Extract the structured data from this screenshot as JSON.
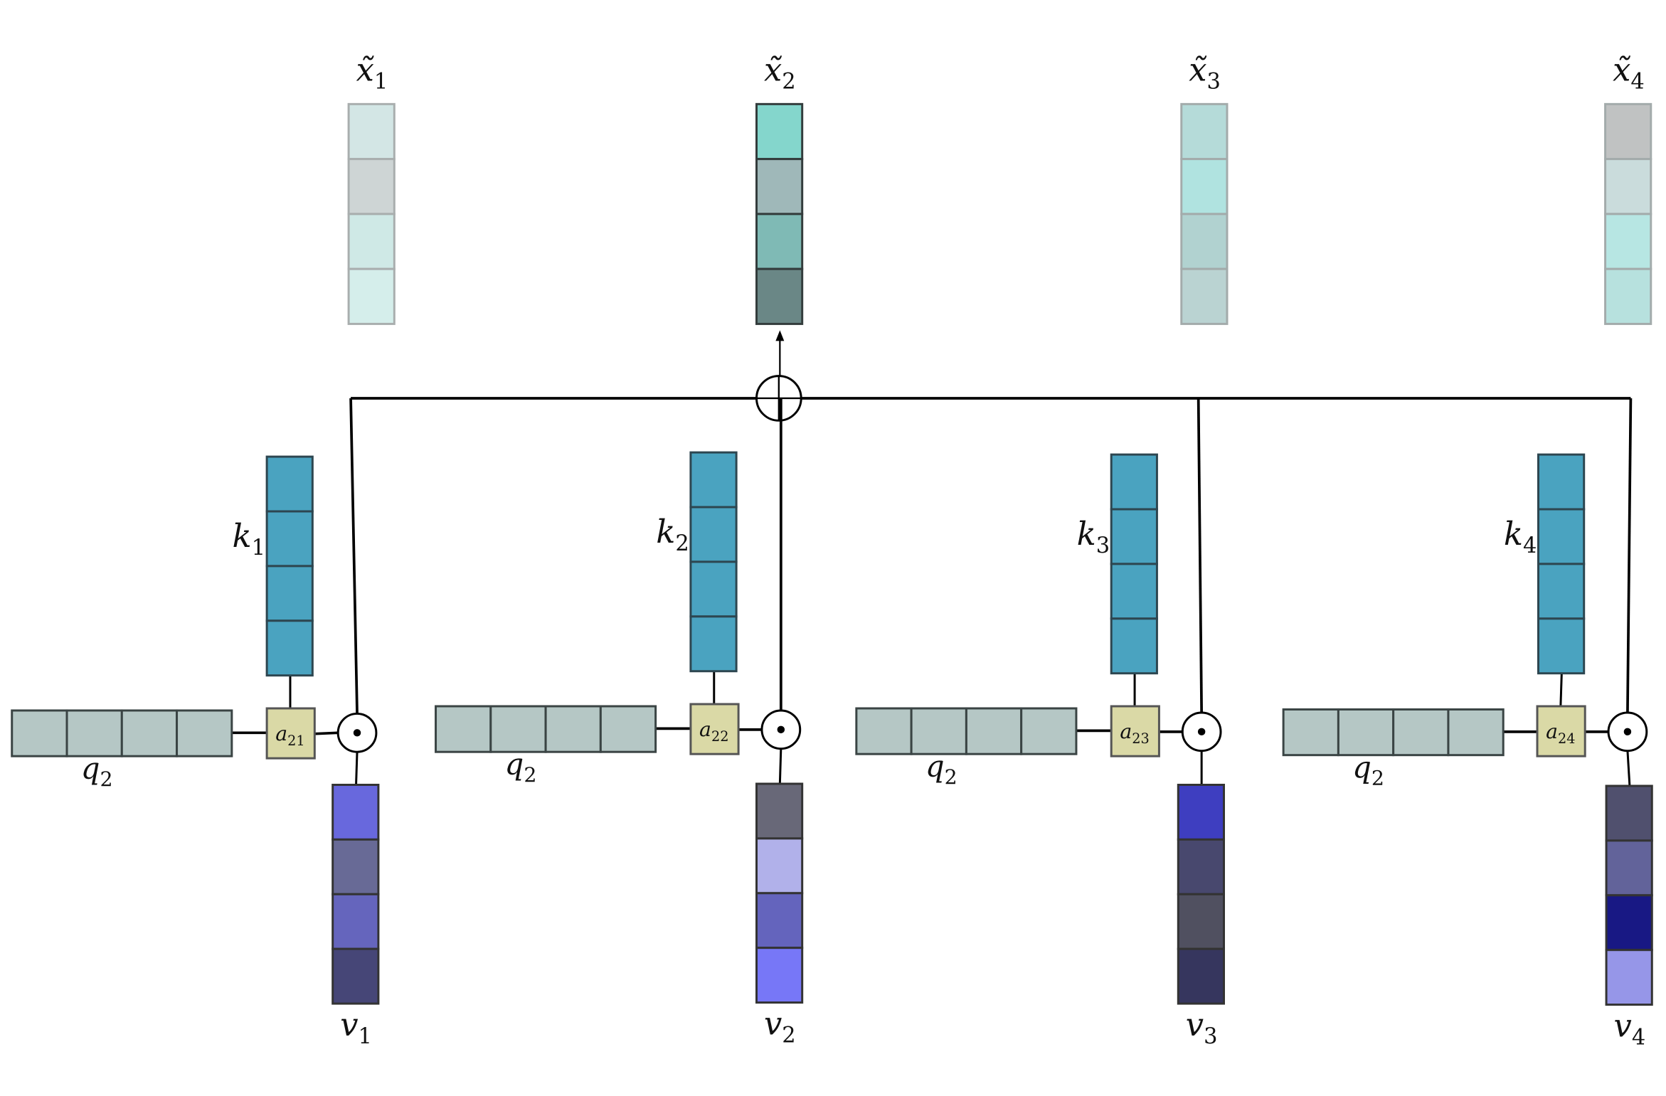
{
  "outputs": [
    {
      "label": "x̃",
      "sub": "1",
      "cells": [
        "#d3e6e5",
        "#ced5d5",
        "#cfe9e6",
        "#d5eeeb"
      ],
      "border": "#a9aeae"
    },
    {
      "label": "x̃",
      "sub": "2",
      "cells": [
        "#84d6cc",
        "#9fb8b9",
        "#7fbab5",
        "#6a8786"
      ],
      "border": "#333c3c"
    },
    {
      "label": "x̃",
      "sub": "3",
      "cells": [
        "#b5dbd9",
        "#b0e3e0",
        "#b1d2d0",
        "#bad3d2"
      ],
      "border": "#a3abab"
    },
    {
      "label": "x̃",
      "sub": "4",
      "cells": [
        "#c0c2c2",
        "#cadcdc",
        "#b7e6e3",
        "#b7e1de"
      ],
      "border": "#a3abab"
    }
  ],
  "groups": [
    {
      "query": {
        "label": "q",
        "sub": "2"
      },
      "score": {
        "label": "a",
        "sub": "21"
      },
      "key": {
        "label": "k",
        "sub": "1"
      },
      "value": {
        "label": "v",
        "sub": "1",
        "cells": [
          "#6868dd",
          "#686a96",
          "#6565bd",
          "#464677"
        ]
      }
    },
    {
      "query": {
        "label": "q",
        "sub": "2"
      },
      "score": {
        "label": "a",
        "sub": "22"
      },
      "key": {
        "label": "k",
        "sub": "2"
      },
      "value": {
        "label": "v",
        "sub": "2",
        "cells": [
          "#686878",
          "#b1b1ea",
          "#6464bd",
          "#7777f7"
        ]
      }
    },
    {
      "query": {
        "label": "q",
        "sub": "2"
      },
      "score": {
        "label": "a",
        "sub": "23"
      },
      "key": {
        "label": "k",
        "sub": "3"
      },
      "value": {
        "label": "v",
        "sub": "3",
        "cells": [
          "#3e3ec0",
          "#48486e",
          "#505060",
          "#36365e"
        ]
      }
    },
    {
      "query": {
        "label": "q",
        "sub": "2"
      },
      "score": {
        "label": "a",
        "sub": "24"
      },
      "key": {
        "label": "k",
        "sub": "4"
      },
      "value": {
        "label": "v",
        "sub": "4",
        "cells": [
          "#50506e",
          "#62639a",
          "#181884",
          "#9696e8"
        ]
      }
    }
  ],
  "colors": {
    "key": "#4aa3c0",
    "query": "#b5c7c5",
    "score": "#dad9a6",
    "stroke": "#3a4444"
  }
}
